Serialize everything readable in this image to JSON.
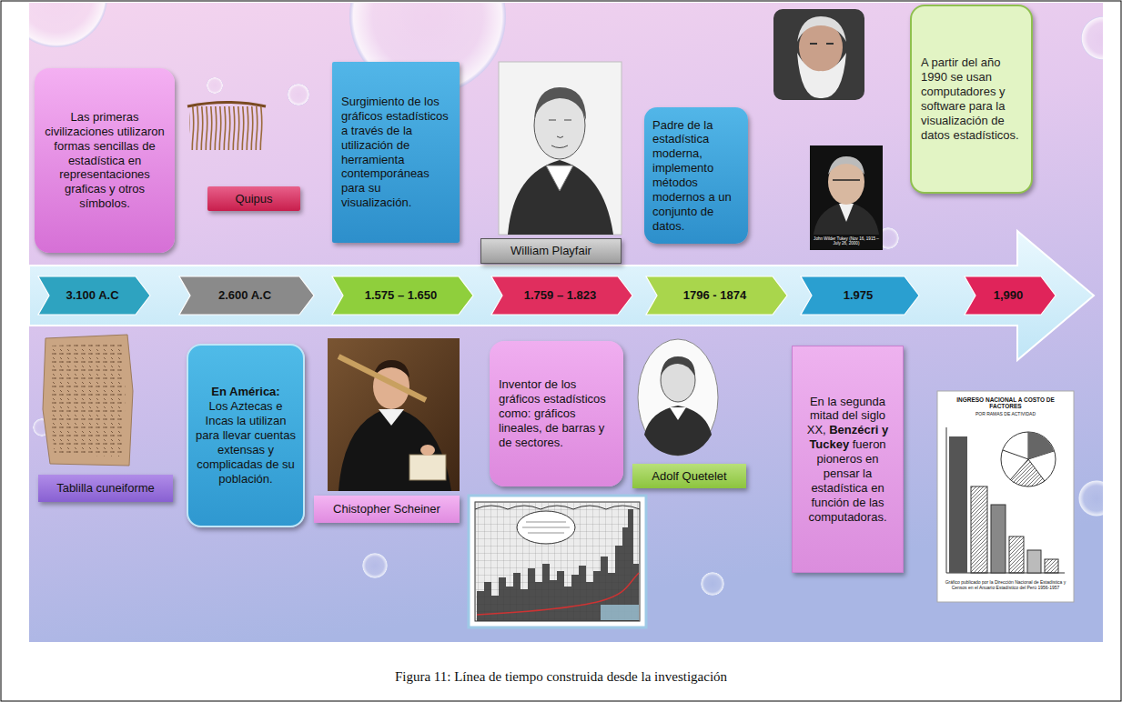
{
  "diagram": {
    "caption": "Figura 11: Línea de tiempo construida desde la investigación",
    "nodes": [
      {
        "text": [
          "Las primeras civilizaciones utilizaron formas sencillas de estadística en representaciones graficas y otros símbolos."
        ]
      },
      {
        "text": [
          "Quipus"
        ]
      },
      {
        "text": [
          "Surgimiento de los gráficos estadísticos a través de la utilización de herramienta contemporáneas para su visualización."
        ]
      },
      {
        "text": [
          "William Playfair"
        ]
      },
      {
        "text": [
          "Padre de la estadística moderna, implemento métodos modernos a un conjunto de datos."
        ]
      },
      {
        "text": [
          "A partir del año 1990 se usan computadores y software para la visualización de datos estadísticos."
        ]
      },
      {
        "text": [
          "3.100 A.C"
        ]
      },
      {
        "text": [
          "2.600 A.C"
        ]
      },
      {
        "text": [
          "1.575 – 1.650"
        ]
      },
      {
        "text": [
          "1.759 – 1.823"
        ]
      },
      {
        "text": [
          "1796 - 1874"
        ]
      },
      {
        "text": [
          "1.975"
        ]
      },
      {
        "text": [
          "1,990"
        ]
      },
      {
        "text": [
          "Tablilla cuneiforme"
        ]
      },
      {
        "text": [
          "En América:",
          "Los Aztecas e Incas la utilizan para llevar cuentas extensas y complicadas de su población."
        ]
      },
      {
        "text": [
          "Chistopher Scheiner"
        ]
      },
      {
        "text": [
          "Inventor de los gráficos estadísticos como: gráficos lineales, de barras y de sectores."
        ]
      },
      {
        "text": [
          "Adolf Quetelet"
        ]
      },
      {
        "text": [
          "En la segunda mitad del siglo XX,",
          "Benzécri y Tuckey",
          "fueron pioneros en pensar la estadística en función de las computadoras."
        ]
      }
    ],
    "labels": [
      "John Wilder Tukey (Nov 16, 1915 – July 26, 2000)",
      "INGRESO NACIONAL A COSTO DE FACTORES",
      "POR RAMAS DE ACTIVIDAD",
      "Gráfico publicado por la Dirección Nacional de Estadística y Censos en el Anuario Estadístico del Perú 1956-1957"
    ]
  }
}
